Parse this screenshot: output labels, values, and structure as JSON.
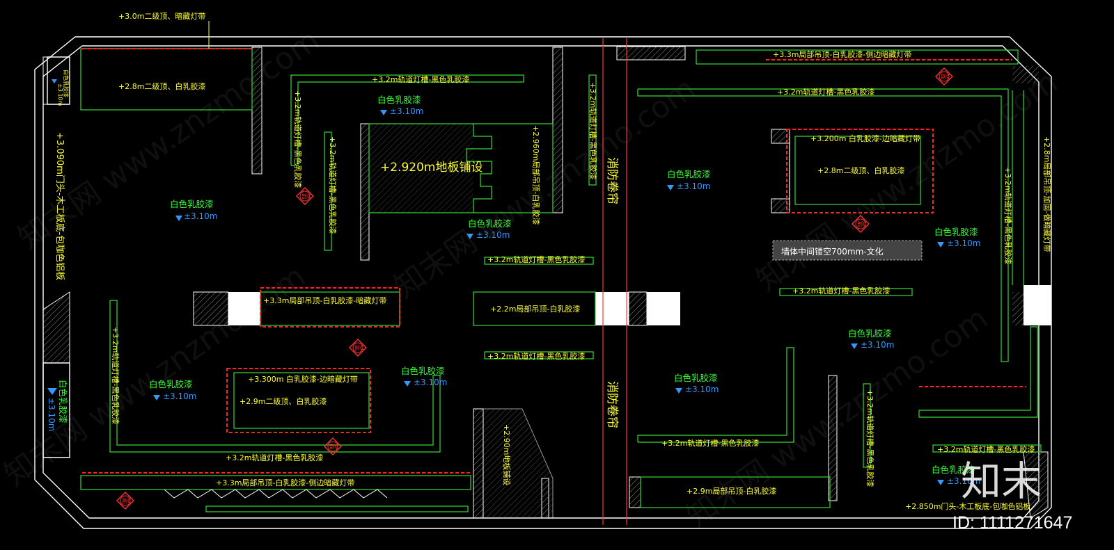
{
  "labels": {
    "l_top_ceiling": "+3.0m二级顶、暗藏灯带",
    "l_room_a": "+2.8m二级顶、白乳胶漆",
    "l_left_door": "+3.090m门头-木工板底-包咖色铝板",
    "l_paint": "白色乳胶漆",
    "l_level": "±3.10m",
    "l_track": "+3.2m轨道灯槽-黑色乳胶漆",
    "l_floor": "+2.920m地板铺设",
    "l_floor2": "+2.90m地板铺设",
    "l_fire1": "消防卷帘",
    "l_fire2": "消防卷帘",
    "l_local_33": "+3.3m局部吊顶-白乳胶漆-暗藏灯带",
    "l_local_22": "+2.2m局部吊顶-白乳胶漆",
    "l_3300": "+3.300m 白乳胶漆-边暗藏灯带",
    "l_29": "+2.9m二级顶、白乳胶漆",
    "l_bottom_33": "+3.3m局部吊顶-白乳胶漆-侧边暗藏灯带",
    "l_top_33": "+3.3m局部吊顶-白乳胶漆-侧边暗藏灯带",
    "l_3200": "+3.200m 白乳胶漆-边暗藏灯带",
    "l_28": "+2.8m二级顶、白乳胶漆",
    "l_wall700": "墙体中间镂空700mm-文化",
    "l_right_28": "+2.8m局部吊顶-加固-做暗藏灯带",
    "l_local_29": "+2.9m局部吊顶-白乳胶漆",
    "l_2850": "+2.850m门头-木工板底-包咖色铝板",
    "l_v960": "+2.960m局部吊顶-白乳胶漆",
    "l_v32": "+3.2m轨道灯槽-黑色乳胶漆",
    "l_small_paint": "白色乳胶漆",
    "l_small_level": "±3.10m",
    "l_cut": "剖C"
  },
  "brand": {
    "logo": "知末",
    "id": "ID: 1111271647",
    "watermark": "知末网 www.znzmo.com"
  },
  "colors": {
    "background": "#000000",
    "wall": "#ffffff",
    "soffit": "#33dd33",
    "text_yellow": "#ffff33",
    "text_green": "#33ff33",
    "level_blue": "#3399ff",
    "section_red": "#ff2222"
  }
}
